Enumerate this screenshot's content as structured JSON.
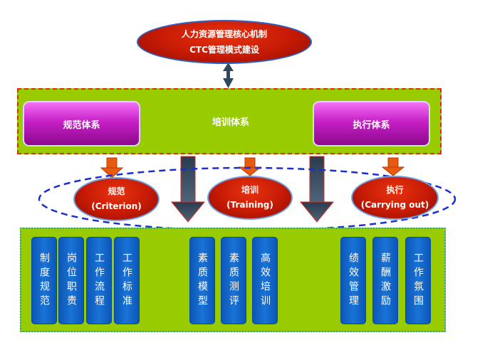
{
  "title": {
    "line1": "人力资源管理核心机制",
    "line2": "CTC管理模式建设"
  },
  "systems": {
    "criterion": "规范体系",
    "training": "培训体系",
    "execution": "执行体系"
  },
  "pillars": {
    "criterion": {
      "title": "规范",
      "subtitle": "(Criterion)"
    },
    "training": {
      "title": "培训",
      "subtitle": "(Training)"
    },
    "execution": {
      "title": "执行",
      "subtitle": "(Carrying out)"
    }
  },
  "items": {
    "criterion": [
      "制度规范",
      "岗位职责",
      "工作流程",
      "工作标准"
    ],
    "training": [
      "素质模型",
      "素质测评",
      "高效培训"
    ],
    "execution": [
      "绩效管理",
      "薪酬激励",
      "工作氛围"
    ]
  },
  "colors": {
    "red": "#c51a05",
    "green": "#99cc00",
    "magenta": "#c61fc6",
    "blue": "#0b57b8",
    "slate": "#3d5266"
  }
}
